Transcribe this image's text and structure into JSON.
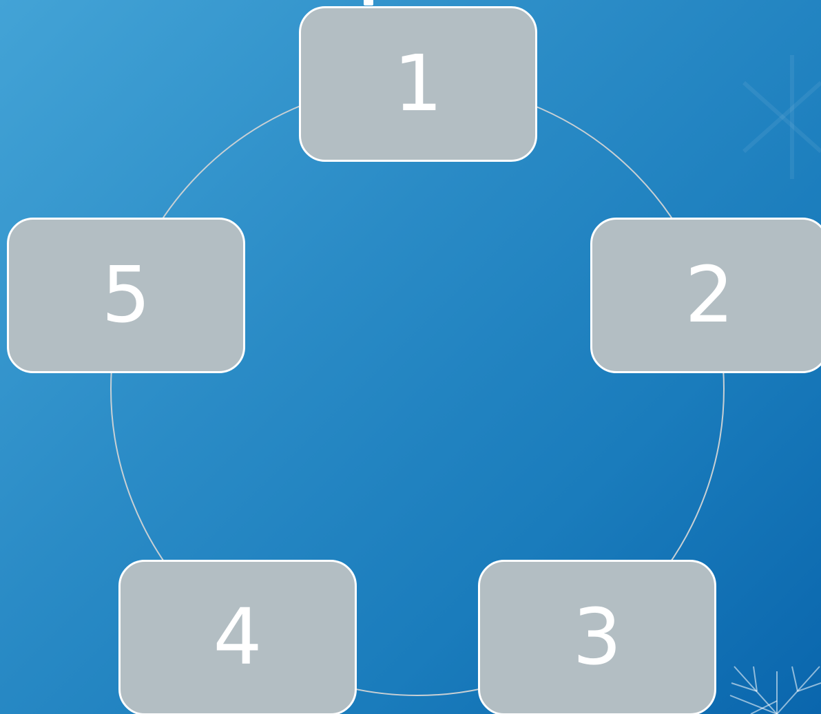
{
  "diagram": {
    "type": "cycle",
    "nodes": [
      {
        "id": "n1",
        "label": "1"
      },
      {
        "id": "n2",
        "label": "2"
      },
      {
        "id": "n3",
        "label": "3"
      },
      {
        "id": "n4",
        "label": "4"
      },
      {
        "id": "n5",
        "label": "5"
      }
    ]
  },
  "colors": {
    "background_start": "#43a3d6",
    "background_end": "#0a66ad",
    "node_fill": "#b3bec3",
    "node_border": "#ffffff",
    "connector": "#c9d0d4",
    "label": "#ffffff"
  },
  "icons": {
    "decoration": "snowflake-icon"
  }
}
